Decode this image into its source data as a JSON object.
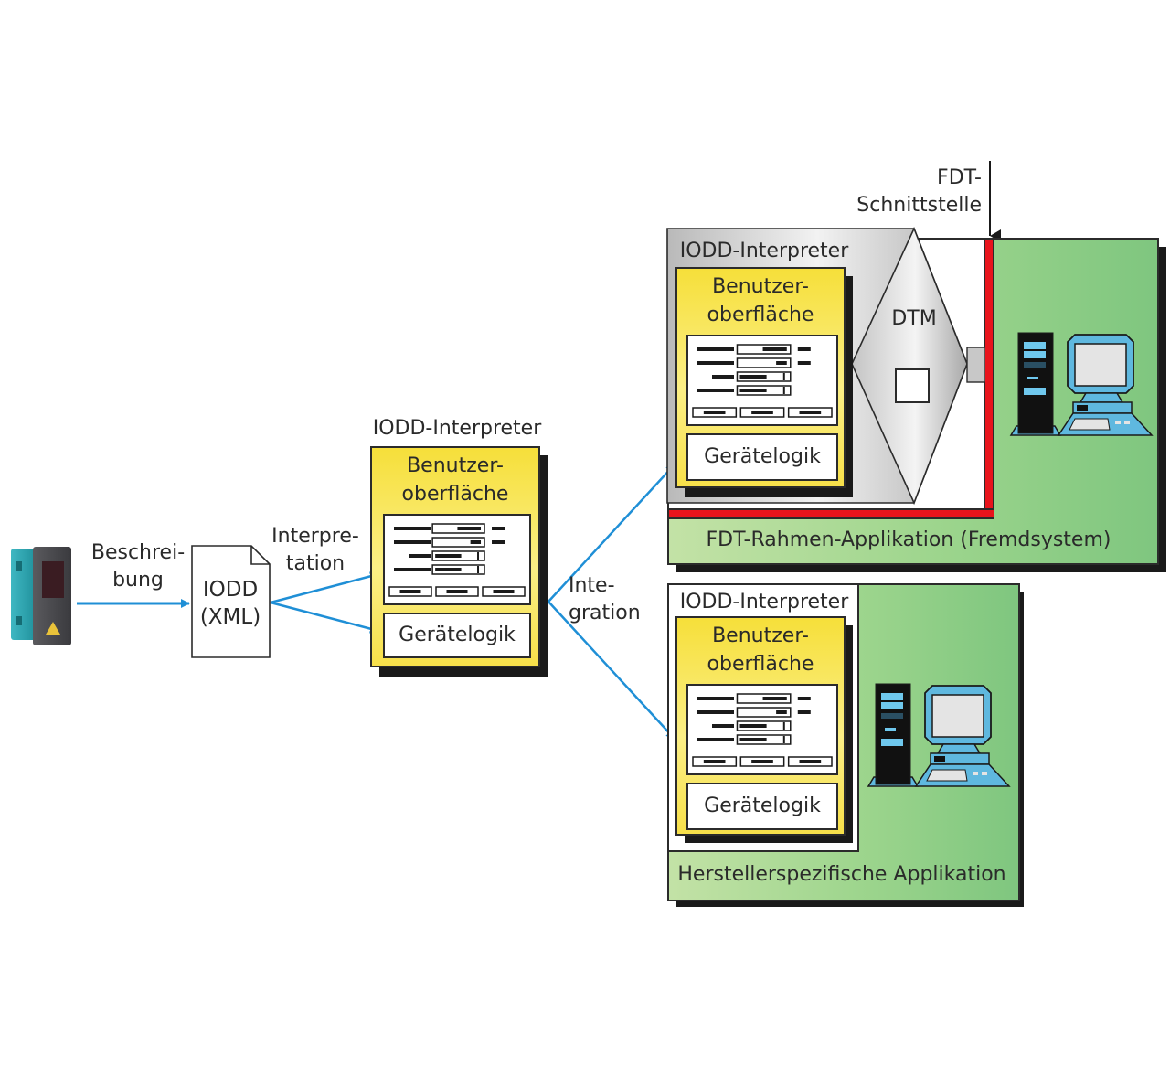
{
  "diagram": {
    "colors": {
      "arrow": "#1f8fd6",
      "interpreter_fill": "#f6df3a",
      "application_fill": "#9dd58d",
      "fdt_interface": "#e8141c",
      "dtm_gray": "#c8c8c8"
    },
    "device": {
      "name": "sensor-device",
      "icon": "photoelectric-sensor-icon"
    },
    "labels": {
      "description": [
        "Beschrei-",
        "bung"
      ],
      "interpretation": [
        "Interpre-",
        "tation"
      ],
      "integration": [
        "Inte-",
        "gration"
      ],
      "fdt_interface": [
        "FDT-",
        "Schnittstelle"
      ]
    },
    "iodd_file": {
      "line1": "IODD",
      "line2": "(XML)",
      "icon": "document-icon"
    },
    "interpreter_center": {
      "title": "IODD-Interpreter",
      "ui_title": [
        "Benutzer-",
        "oberfläche"
      ],
      "logic": "Gerätelogik"
    },
    "fdt_branch": {
      "interpreter_title": "IODD-Interpreter",
      "ui_title": [
        "Benutzer-",
        "oberfläche"
      ],
      "logic": "Gerätelogik",
      "dtm_label": "DTM",
      "application_label": "FDT-Rahmen-Applikation (Fremdsystem)",
      "icons": [
        "server-tower-icon",
        "desktop-computer-icon"
      ]
    },
    "vendor_branch": {
      "interpreter_title": "IODD-Interpreter",
      "ui_title": [
        "Benutzer-",
        "oberfläche"
      ],
      "logic": "Gerätelogik",
      "application_label": "Herstellerspezifische Applikation",
      "icons": [
        "server-tower-icon",
        "desktop-computer-icon"
      ]
    }
  }
}
